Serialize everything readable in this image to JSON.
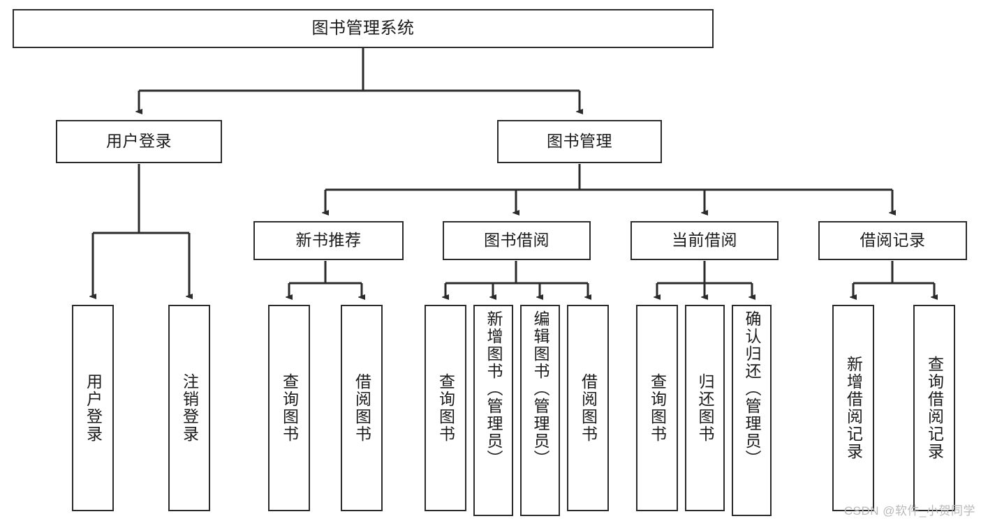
{
  "diagram": {
    "title": "图书管理系统",
    "watermark": "CSDN @软件_小贺同学",
    "colors": {
      "box_border": "#2b2b2b",
      "box_fill": "#ffffff",
      "edge": "#2b2b2b",
      "text": "#1a1a1a",
      "watermark": "#b9b9b9"
    },
    "nodes": {
      "root": "图书管理系统",
      "level2": {
        "user_login": "用户登录",
        "book_manage": "图书管理"
      },
      "level3": {
        "new_book_rec": "新书推荐",
        "book_borrow": "图书借阅",
        "current_borrow": "当前借阅",
        "borrow_record": "借阅记录"
      },
      "leaves": {
        "user_login_1": "用户登录",
        "user_login_2": "注销登录",
        "new_book_rec_1": "查询图书",
        "new_book_rec_2": "借阅图书",
        "book_borrow_1": "查询图书",
        "book_borrow_2": "新增图书（管理员）",
        "book_borrow_3": "编辑图书（管理员）",
        "book_borrow_4": "借阅图书",
        "current_borrow_1": "查询图书",
        "current_borrow_2": "归还图书",
        "current_borrow_3": "确认归还（管理员）",
        "borrow_record_1": "新增借阅记录",
        "borrow_record_2": "查询借阅记录"
      }
    }
  }
}
